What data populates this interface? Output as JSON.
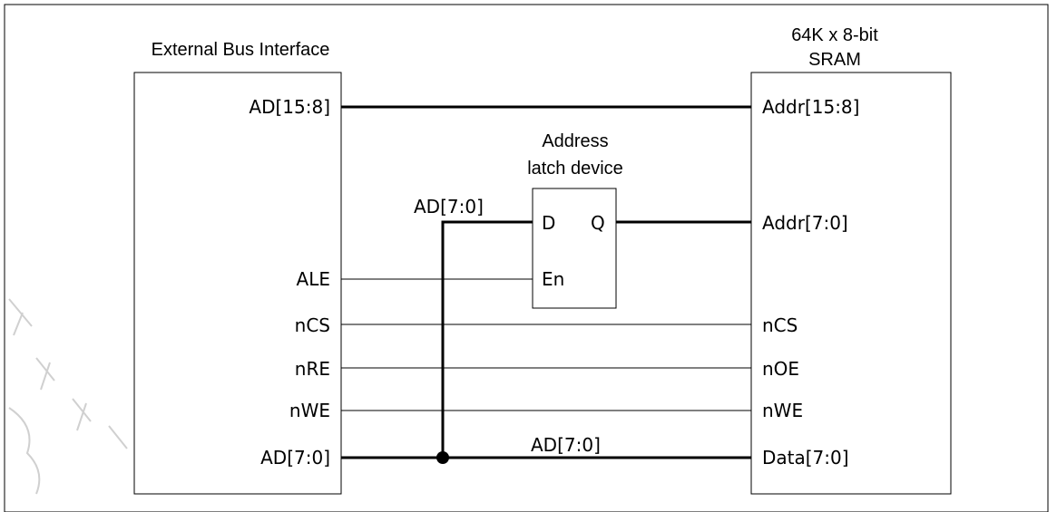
{
  "ebi": {
    "title": "External Bus Interface",
    "pins": {
      "ad_hi": "AD[15:8]",
      "ale": "ALE",
      "ncs": "nCS",
      "nre": "nRE",
      "nwe": "nWE",
      "ad_lo": "AD[7:0]"
    }
  },
  "sram": {
    "title_line1": "64K x 8-bit",
    "title_line2": "SRAM",
    "pins": {
      "addr_hi": "Addr[15:8]",
      "addr_lo": "Addr[7:0]",
      "ncs": "nCS",
      "noe": "nOE",
      "nwe": "nWE",
      "data": "Data[7:0]"
    }
  },
  "latch": {
    "title_line1": "Address",
    "title_line2": "latch device",
    "pin_d": "D",
    "pin_q": "Q",
    "pin_en": "En"
  },
  "bus_labels": {
    "latch_input": "AD[7:0]",
    "data_bus": "AD[7:0]"
  }
}
